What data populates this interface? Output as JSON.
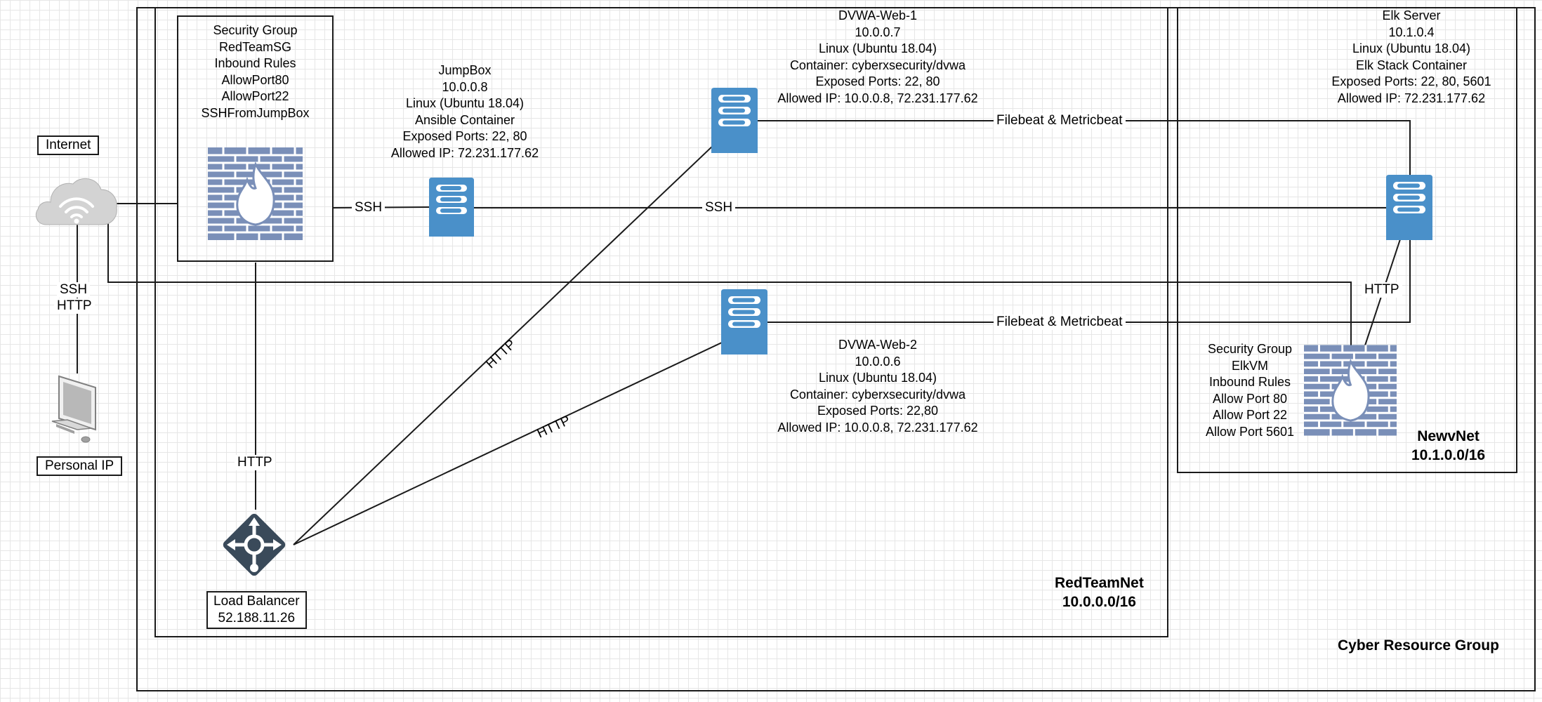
{
  "containers": {
    "cyber_resource_group": "Cyber Resource Group",
    "redteamnet": {
      "name": "RedTeamNet",
      "cidr": "10.0.0.0/16"
    },
    "newvnet": {
      "name": "NewvNet",
      "cidr": "10.1.0.0/16"
    }
  },
  "internet": {
    "label": "Internet",
    "link_labels": [
      "SSH",
      "HTTP"
    ]
  },
  "personal_ip": {
    "label": "Personal IP"
  },
  "security_group_red": {
    "lines": [
      "Security Group",
      "RedTeamSG",
      "Inbound Rules",
      "AllowPort80",
      "AllowPort22",
      "SSHFromJumpBox"
    ]
  },
  "jumpbox": {
    "lines": [
      "JumpBox",
      "10.0.0.8",
      "Linux (Ubuntu 18.04)",
      "Ansible Container",
      "Exposed Ports: 22, 80",
      "Allowed IP: 72.231.177.62"
    ]
  },
  "dvwa_web_1": {
    "lines": [
      "DVWA-Web-1",
      "10.0.0.7",
      "Linux (Ubuntu 18.04)",
      "Container: cyberxsecurity/dvwa",
      "Exposed Ports: 22, 80",
      "Allowed IP: 10.0.0.8, 72.231.177.62"
    ]
  },
  "dvwa_web_2": {
    "lines": [
      "DVWA-Web-2",
      "10.0.0.6",
      "Linux (Ubuntu 18.04)",
      "Container: cyberxsecurity/dvwa",
      "Exposed Ports: 22,80",
      "Allowed IP: 10.0.0.8, 72.231.177.62"
    ]
  },
  "elk_server": {
    "lines": [
      "Elk Server",
      "10.1.0.4",
      "Linux (Ubuntu 18.04)",
      "Elk Stack Container",
      "Exposed Ports: 22, 80, 5601",
      "Allowed IP: 72.231.177.62"
    ]
  },
  "security_group_elk": {
    "lines": [
      "Security Group",
      "ElkVM",
      "Inbound Rules",
      "Allow Port 80",
      "Allow Port 22",
      "Allow Port 5601"
    ]
  },
  "load_balancer": {
    "lines": [
      "Load Balancer",
      "52.188.11.26"
    ]
  },
  "connection_labels": {
    "ssh_fw_jumpbox": "SSH",
    "ssh_jumpbox_elk": "SSH",
    "filebeat_web1": "Filebeat & Metricbeat",
    "filebeat_web2": "Filebeat & Metricbeat",
    "http_lb_web1": "HTTP",
    "http_lb_web2": "HTTP",
    "http_fw_lb": "HTTP",
    "http_elk": "HTTP"
  },
  "colors": {
    "server": "#4a90c9",
    "server_dark": "#2c6aa3",
    "firewall": "#7a8fb8",
    "cloud": "#d3d3d3",
    "load_balancer": "#3a4a5a"
  }
}
